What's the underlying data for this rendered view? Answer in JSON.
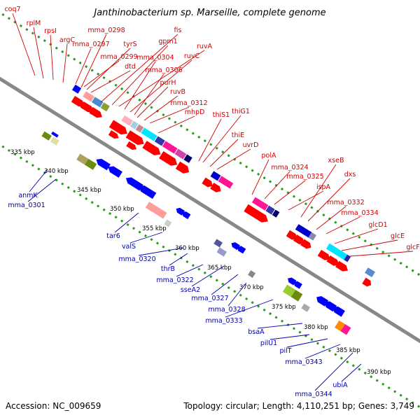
{
  "title": "Janthinobacterium sp. Marseille, complete genome",
  "footer": {
    "accession": "Accession: NC_009659",
    "summary": "Topology: circular; Length: 4,110,251 bp; Genes: 3,749"
  },
  "kbp_marks": [
    "335 kbp",
    "340 kbp",
    "345 kbp",
    "350 kbp",
    "355 kbp",
    "360 kbp",
    "365 kbp",
    "370 kbp",
    "375 kbp",
    "380 kbp",
    "385 kbp",
    "390 kbp"
  ],
  "top_labels": [
    "coq7",
    "rplM",
    "rpsI",
    "argC",
    "mma_0298",
    "mma_0297",
    "tyrS",
    "fis",
    "gpm1",
    "ruvA",
    "mma_0299",
    "mma_0304",
    "ruvC",
    "dtd",
    "mma_0306",
    "purH",
    "ruvB",
    "mma_0312",
    "mhpD",
    "thiS1",
    "thiG1",
    "thiE",
    "uvrD",
    "polA",
    "mma_0324",
    "xseB",
    "mma_0325",
    "dxs",
    "ispA",
    "mma_0332",
    "mma_0334",
    "glcD1",
    "glcE",
    "glcF"
  ],
  "bottom_labels": [
    "anmK",
    "mma_0301",
    "tar6",
    "valS",
    "mma_0320",
    "thrB",
    "mma_0322",
    "sseA2",
    "mma_0327",
    "mma_0328",
    "mma_0333",
    "bsaA",
    "pilU1",
    "pilT",
    "mma_0343",
    "mma_0344",
    "ubiA"
  ],
  "colors": {
    "backbone": "#888888",
    "forward_track_dots": "#2a9a1a",
    "forward_gene": "#ff0000",
    "reverse_gene": "#0000ff",
    "top_label": "#d10000",
    "bottom_label": "#0000a8"
  }
}
